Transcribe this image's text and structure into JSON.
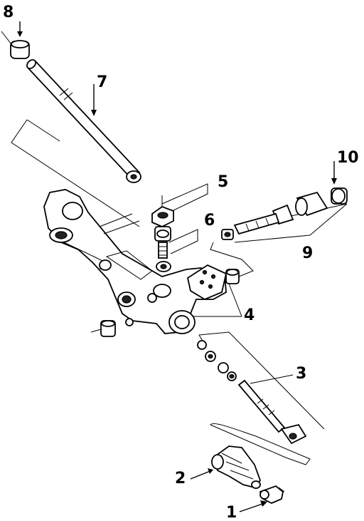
{
  "diagram": {
    "callouts": [
      {
        "id": "1",
        "label": "1"
      },
      {
        "id": "2",
        "label": "2"
      },
      {
        "id": "3",
        "label": "3"
      },
      {
        "id": "4",
        "label": "4"
      },
      {
        "id": "5",
        "label": "5"
      },
      {
        "id": "6",
        "label": "6"
      },
      {
        "id": "7",
        "label": "7"
      },
      {
        "id": "8",
        "label": "8"
      },
      {
        "id": "9",
        "label": "9"
      },
      {
        "id": "10",
        "label": "10"
      }
    ]
  },
  "colors": {
    "ink": "#000000",
    "background": "#ffffff"
  }
}
